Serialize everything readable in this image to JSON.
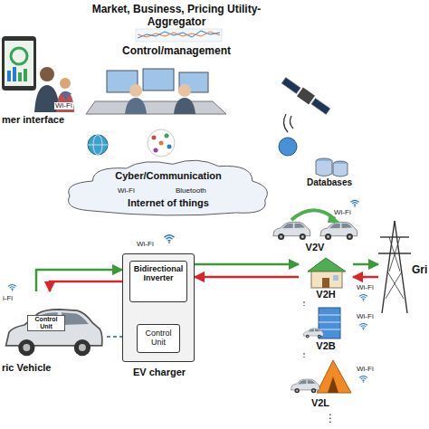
{
  "diagram": {
    "nodes": [
      {
        "text": [
          "Market, Business, Pricing Utility-Aggregator",
          "Control/management"
        ]
      },
      {
        "text": [
          "mer interface"
        ]
      },
      {
        "text": [
          "Cyber/Communication",
          "Wi-Fi",
          "Bluetooth",
          "Internet of things"
        ]
      },
      {
        "text": [
          "Databases"
        ]
      },
      {
        "text": [
          "EV charger"
        ]
      },
      {
        "text": [
          "Bidirectional Inverter"
        ],
        "in": 4
      },
      {
        "text": [
          "Control Unit"
        ],
        "in": 4
      },
      {
        "text": [
          "Control Unit",
          "ric Vehicle"
        ]
      },
      {
        "text": [
          "V2V"
        ]
      },
      {
        "text": [
          "V2H"
        ]
      },
      {
        "text": [
          "V2B"
        ]
      },
      {
        "text": [
          "V2L"
        ]
      },
      {
        "text": [
          "Gri"
        ]
      }
    ],
    "edges": [
      {
        "from": 7,
        "to": 4,
        "arrow": "to"
      },
      {
        "from": 4,
        "to": 7,
        "arrow": "to"
      },
      {
        "from": 7,
        "to": 6,
        "arrow": "to"
      },
      {
        "from": 6,
        "to": 5,
        "arrow": "to"
      },
      {
        "from": 5,
        "to": 6,
        "arrow": "to"
      },
      {
        "from": 4,
        "to": 9,
        "arrow": "to"
      },
      {
        "from": 9,
        "to": 4,
        "arrow": "to"
      },
      {
        "from": 9,
        "to": 12,
        "arrow": "to"
      },
      {
        "from": 12,
        "to": 9,
        "arrow": "to"
      },
      {
        "from": 9,
        "to": 10,
        "arrow": "none"
      },
      {
        "from": 10,
        "to": 11,
        "arrow": "none"
      }
    ],
    "labels": [
      "Wi-Fi",
      "Wi-Fi",
      "i-Fi",
      "Wi-Fi",
      "Wi-Fi",
      "Wi-Fi",
      "Wi-Fi",
      "⋮"
    ]
  }
}
